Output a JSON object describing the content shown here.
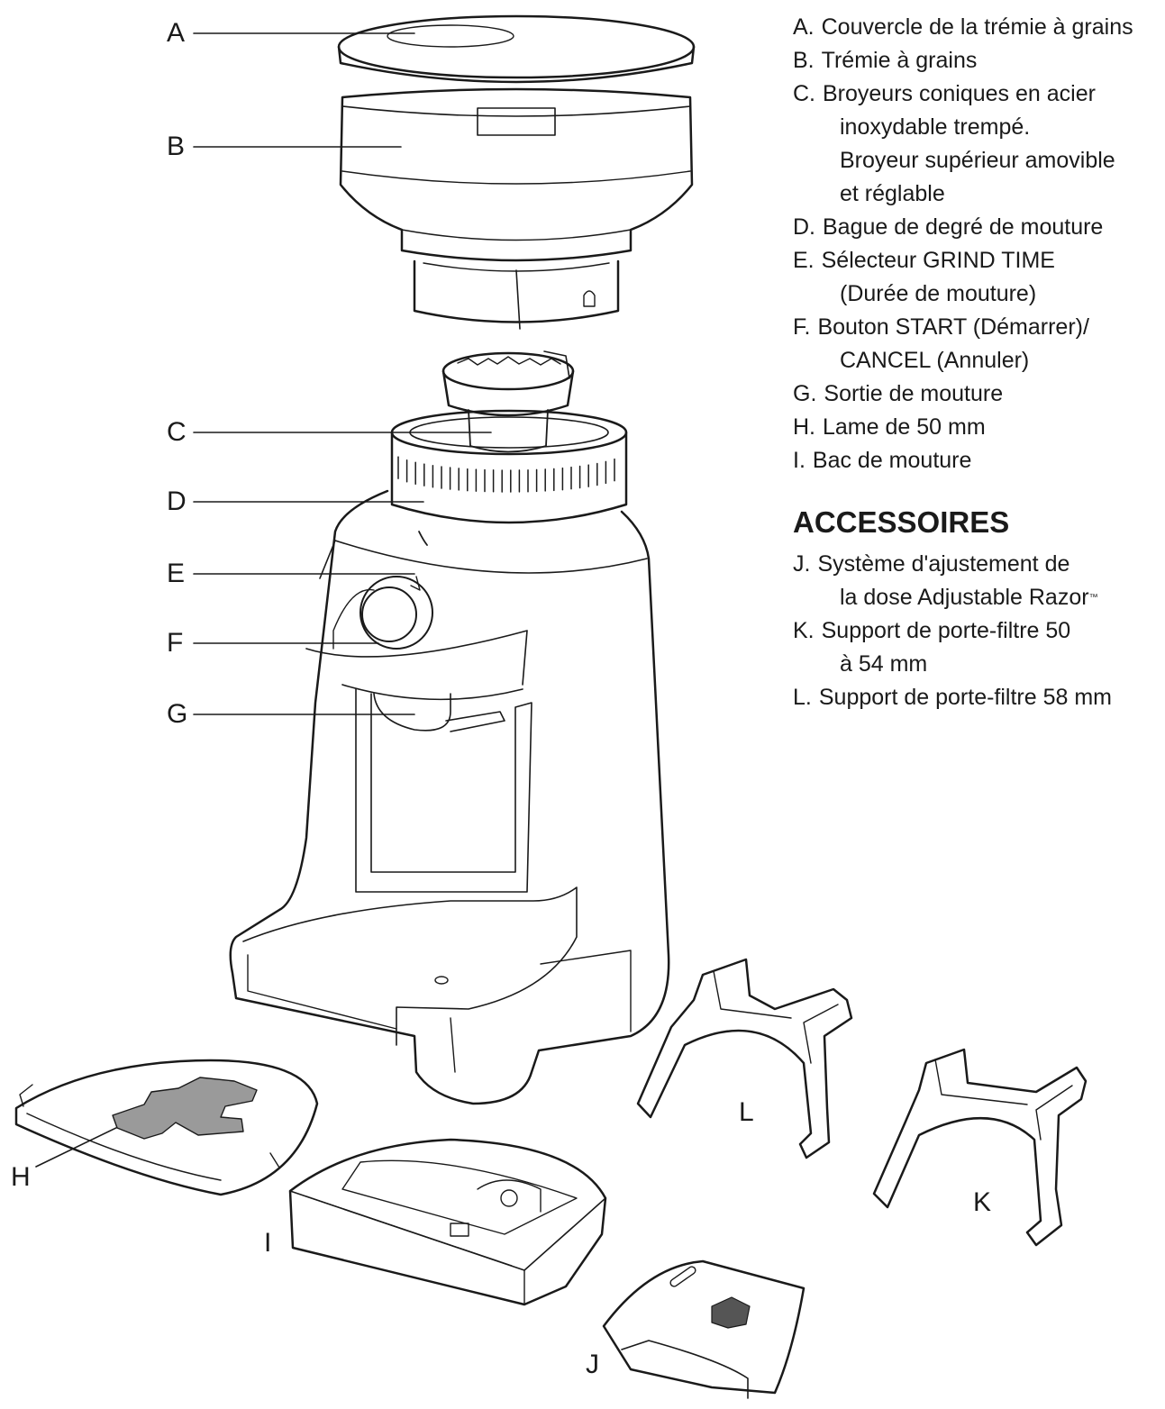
{
  "callouts": {
    "A": "A",
    "B": "B",
    "C": "C",
    "D": "D",
    "E": "E",
    "F": "F",
    "G": "G",
    "H": "H",
    "I": "I",
    "J": "J",
    "K": "K",
    "L": "L"
  },
  "legend": {
    "parts": [
      {
        "letter": "A.",
        "lines": [
          "Couvercle de la trémie à grains"
        ]
      },
      {
        "letter": "B.",
        "lines": [
          "Trémie à grains"
        ]
      },
      {
        "letter": "C.",
        "lines": [
          "Broyeurs coniques en acier",
          "inoxydable trempé.",
          "Broyeur supérieur amovible",
          "et réglable"
        ]
      },
      {
        "letter": "D.",
        "lines": [
          "Bague de degré de mouture"
        ]
      },
      {
        "letter": "E.",
        "lines": [
          "Sélecteur GRIND TIME",
          "(Durée de mouture)"
        ]
      },
      {
        "letter": "F.",
        "lines": [
          "Bouton START (Démarrer)/",
          "CANCEL (Annuler)"
        ]
      },
      {
        "letter": "G.",
        "lines": [
          "Sortie de mouture"
        ]
      },
      {
        "letter": "H.",
        "lines": [
          "Lame de 50 mm"
        ]
      },
      {
        "letter": "I.",
        "lines": [
          "Bac de mouture"
        ]
      }
    ],
    "accessories_heading": "ACCESSOIRES",
    "accessories": [
      {
        "letter": "J.",
        "lines": [
          "Système d'ajustement de",
          "la dose Adjustable Razor"
        ],
        "mark": "™"
      },
      {
        "letter": "K.",
        "lines": [
          "Support de porte-filtre 50",
          "à 54 mm"
        ]
      },
      {
        "letter": "L.",
        "lines": [
          "Support de porte-filtre 58 mm"
        ]
      }
    ]
  },
  "colors": {
    "line": "#1a1a1a",
    "shade": "#e8e8e8",
    "blade": "#9a9a9a"
  }
}
